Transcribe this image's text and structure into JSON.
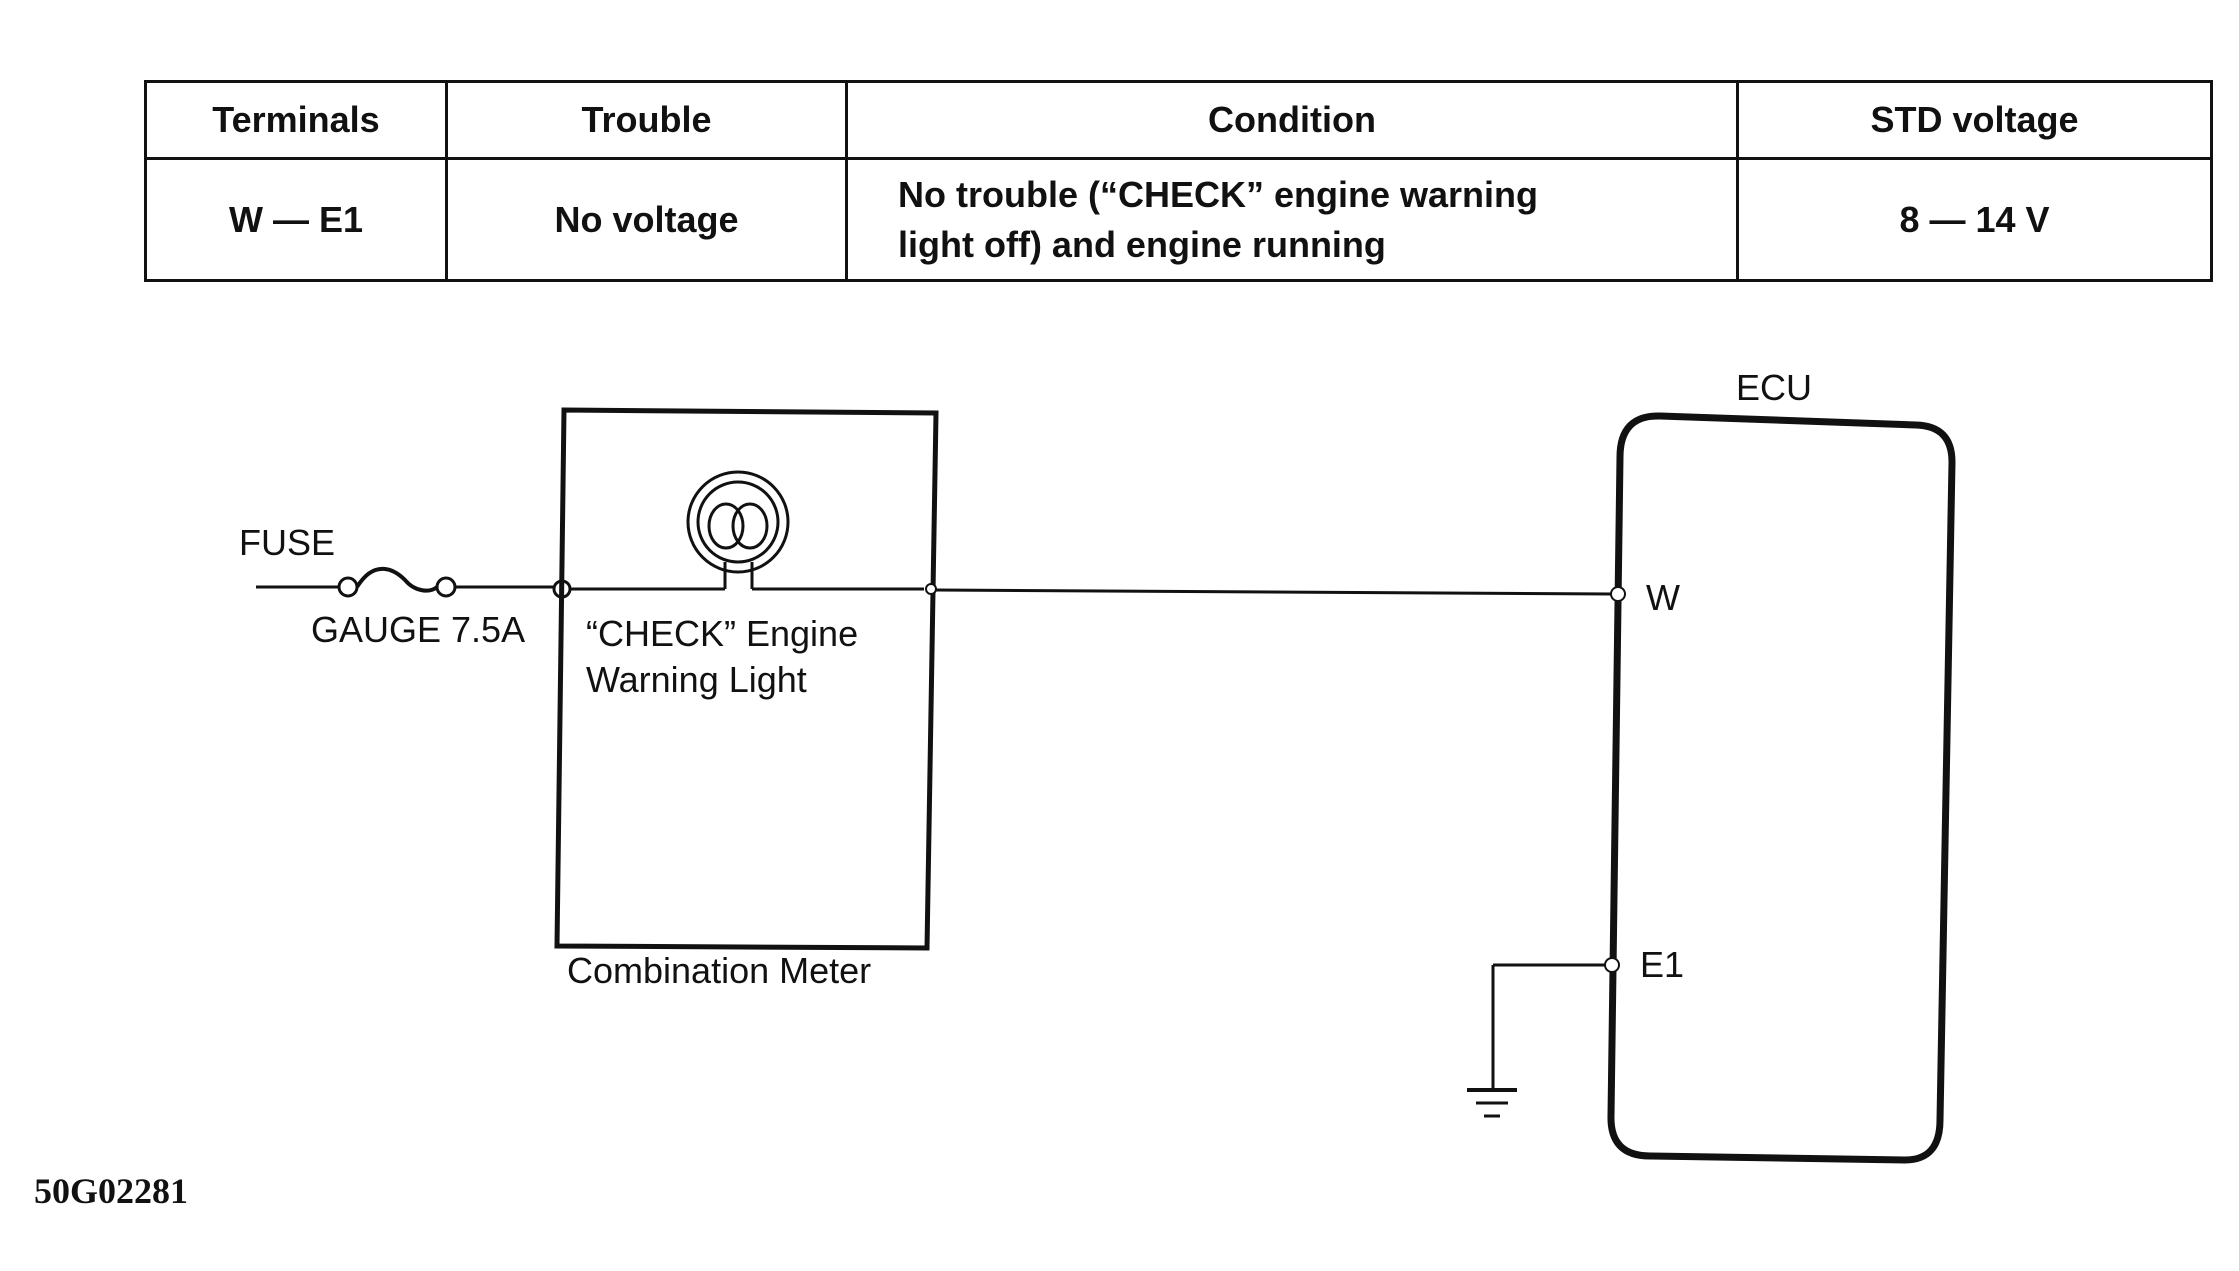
{
  "table": {
    "headers": [
      "Terminals",
      "Trouble",
      "Condition",
      "STD voltage"
    ],
    "rows": [
      {
        "terminals": "W — E1",
        "trouble": "No voltage",
        "condition_line1": "No trouble (“CHECK” engine warning",
        "condition_line2": "light off) and engine running",
        "std_voltage": "8 — 14 V"
      }
    ]
  },
  "diagram": {
    "fuse_label": "FUSE",
    "fuse_rating": "GAUGE 7.5A",
    "lamp_label_line1": "“CHECK” Engine",
    "lamp_label_line2": "Warning Light",
    "meter_label": "Combination Meter",
    "ecu_label": "ECU",
    "terminal_w": "W",
    "terminal_e1": "E1"
  },
  "figure_code": "50G02281"
}
